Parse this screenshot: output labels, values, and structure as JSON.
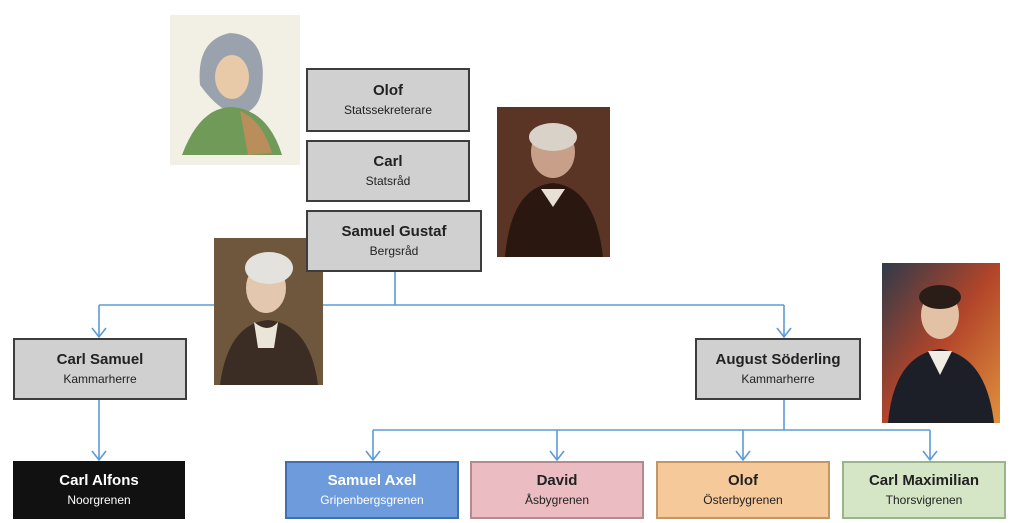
{
  "people": {
    "olof": {
      "name": "Olof",
      "role": "Statssekreterare"
    },
    "carl": {
      "name": "Carl",
      "role": "Statsråd"
    },
    "samuel_gustaf": {
      "name": "Samuel Gustaf",
      "role": "Bergsråd"
    },
    "carl_samuel": {
      "name": "Carl Samuel",
      "role": "Kammarherre"
    },
    "august": {
      "name": "August Söderling",
      "role": "Kammarherre"
    },
    "carl_alfons": {
      "name": "Carl Alfons",
      "role": "Noorgrenen"
    },
    "samuel_axel": {
      "name": "Samuel Axel",
      "role": "Gripenbergsgrenen"
    },
    "david": {
      "name": "David",
      "role": "Åsbygrenen"
    },
    "olof_jr": {
      "name": "Olof",
      "role": "Österbygrenen"
    },
    "carl_maximilian": {
      "name": "Carl Maximilian",
      "role": "Thorsvigrenen"
    }
  },
  "colors": {
    "connector": "#5b9bd5",
    "gray_box": "#d0d0d0",
    "black_box": "#111111",
    "blue_box": "#6d9bdc",
    "pink_box": "#ebbdc2",
    "orange_box": "#f6c99a",
    "green_box": "#d5e6c7"
  }
}
